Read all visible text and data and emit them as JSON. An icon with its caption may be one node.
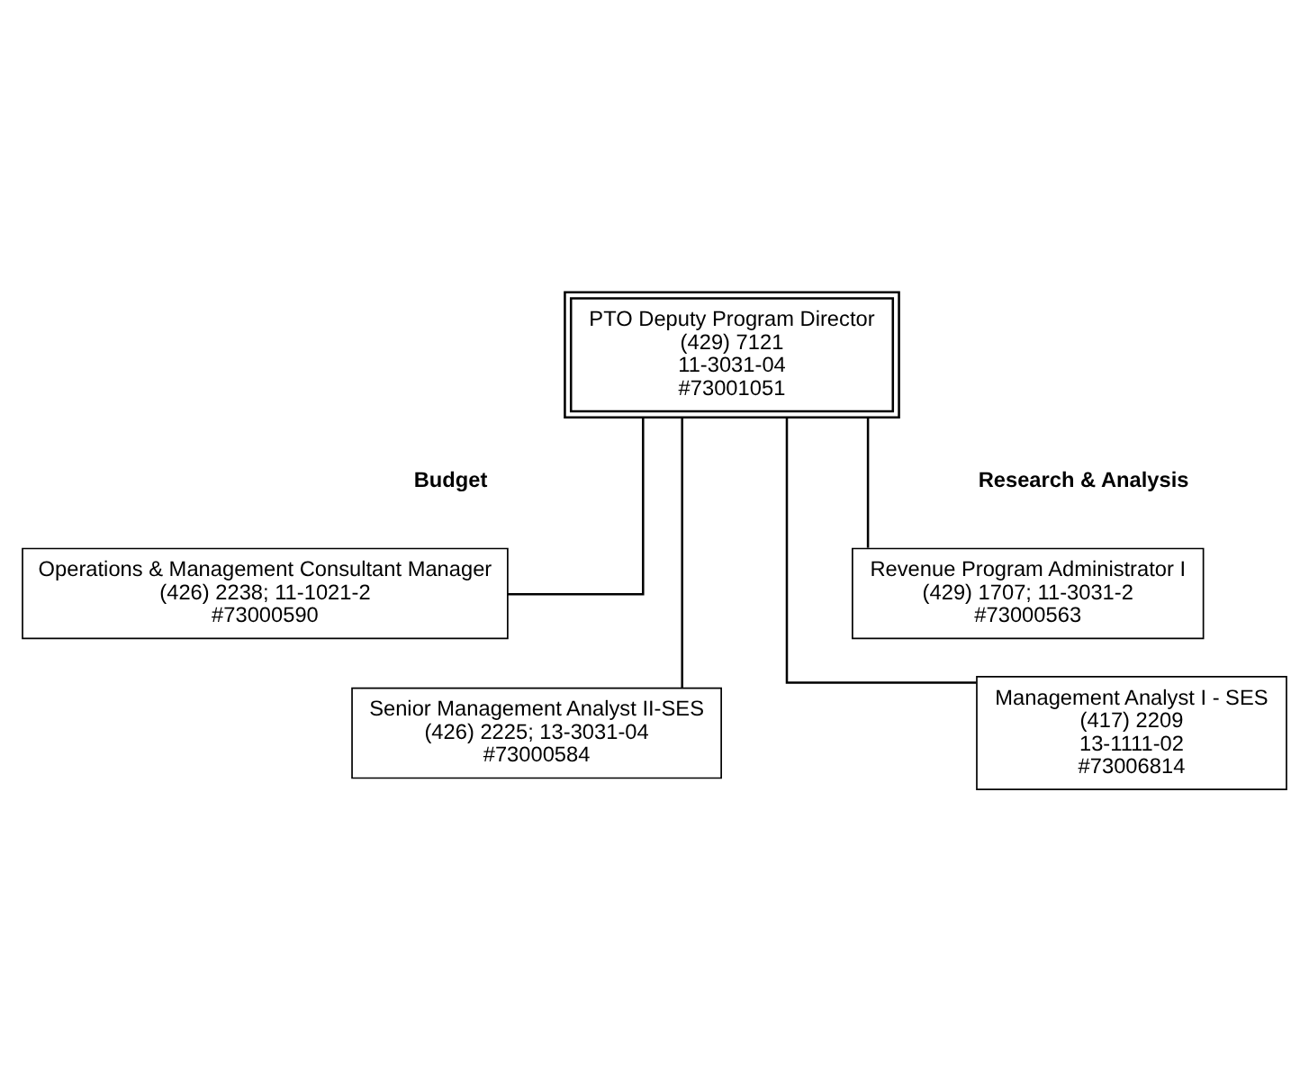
{
  "diagram": {
    "nodes": [
      {
        "text": [
          "PTO Deputy Program Director",
          "(429) 7121",
          "11-3031-04",
          "#73001051"
        ]
      },
      {
        "text": [
          "Operations & Management Consultant Manager",
          "(426) 2238; 11-1021-2",
          "#73000590"
        ]
      },
      {
        "text": [
          "Revenue Program Administrator I",
          "(429) 1707; 11-3031-2",
          "#73000563"
        ]
      },
      {
        "text": [
          "Senior Management Analyst II-SES",
          "(426) 2225; 13-3031-04",
          "#73000584"
        ]
      },
      {
        "text": [
          "Management Analyst I - SES",
          "(417) 2209",
          "13-1111-02",
          "#73006814"
        ]
      }
    ],
    "edges": [
      {
        "from": 0,
        "to": 1,
        "arrow": "none"
      },
      {
        "from": 0,
        "to": 2,
        "arrow": "none"
      },
      {
        "from": 0,
        "to": 3,
        "arrow": "none"
      },
      {
        "from": 0,
        "to": 4,
        "arrow": "none"
      }
    ],
    "labels": [
      "Budget",
      "Research & Analysis"
    ]
  }
}
